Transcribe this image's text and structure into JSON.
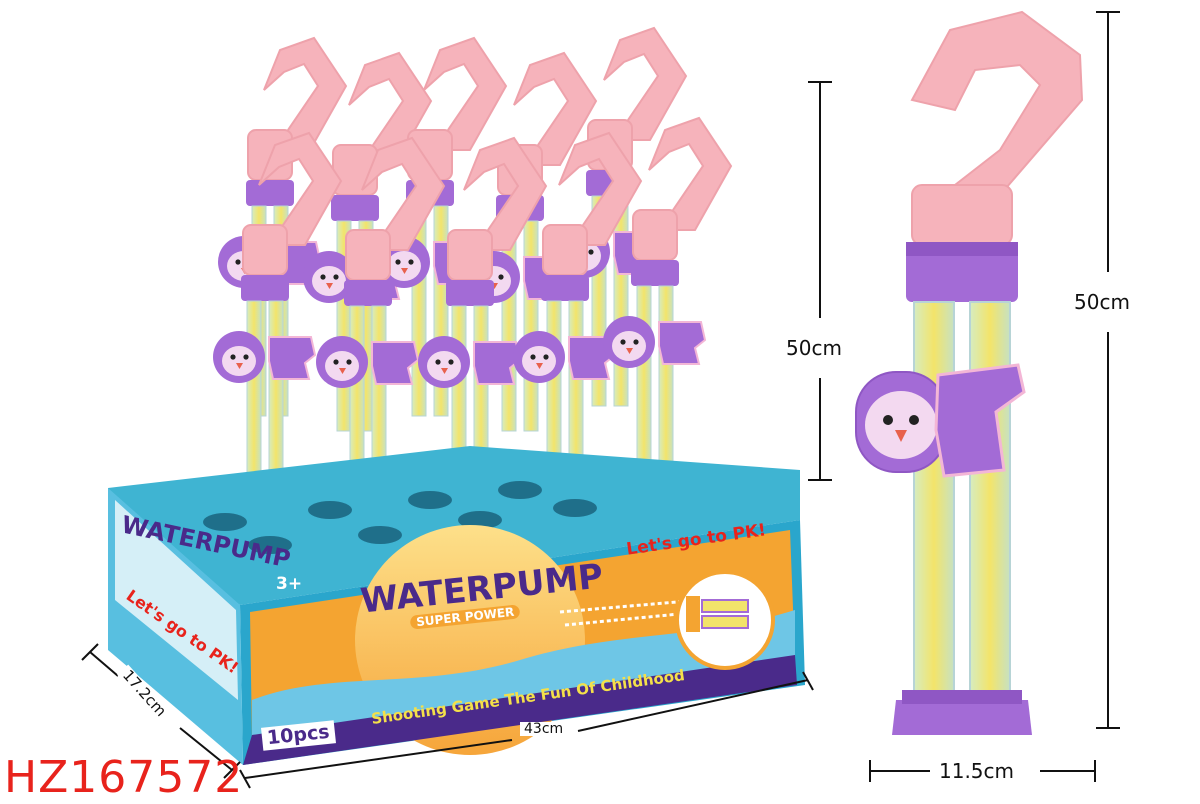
{
  "product_code": "HZ167572",
  "dimensions": {
    "box_height": "50cm",
    "box_length": "43cm",
    "box_depth": "17.2cm",
    "item_height": "50cm",
    "item_width": "11.5cm"
  },
  "packaging": {
    "brand": "WATERPUMP",
    "tagline": "SUPER POWER",
    "age_badge": "3+",
    "slogan": "Let's go to PK!",
    "bottom_text": "Shooting Game  The Fun Of Childhood",
    "quantity": "10pcs"
  },
  "colors": {
    "handle_pink": "#f6b3bb",
    "body_purple": "#a36bd6",
    "tube_yellow": "#f2e36a",
    "box_blue": "#3fb4d2",
    "box_orange": "#f4a431",
    "code_red": "#e8231c"
  }
}
